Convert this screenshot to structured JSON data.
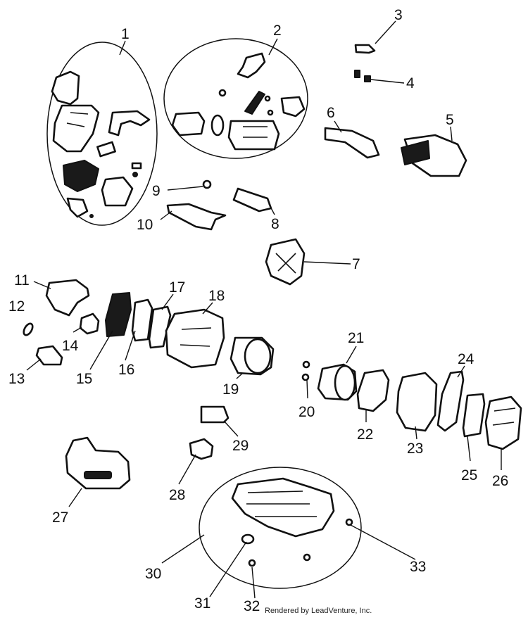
{
  "callouts": [
    "1",
    "2",
    "3",
    "4",
    "5",
    "6",
    "7",
    "8",
    "9",
    "10",
    "11",
    "12",
    "13",
    "14",
    "15",
    "16",
    "17",
    "18",
    "19",
    "20",
    "21",
    "22",
    "23",
    "24",
    "25",
    "26",
    "27",
    "28",
    "29",
    "30",
    "31",
    "32",
    "33"
  ],
  "credit": "Rendered by LeadVenture, Inc."
}
